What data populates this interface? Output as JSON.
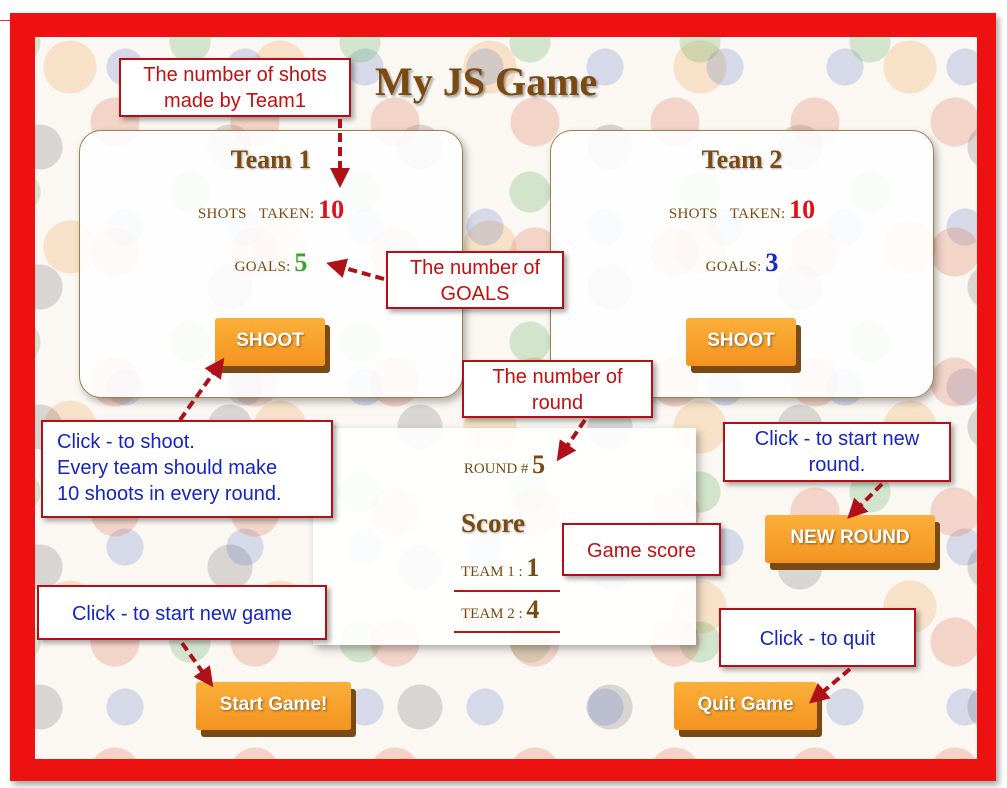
{
  "game": {
    "title": "My JS Game"
  },
  "team1": {
    "name": "Team 1",
    "shots_label": "SHOTS",
    "taken_label": "TAKEN:",
    "shots_taken": "10",
    "goals_label": "GOALS:",
    "goals": "5",
    "shoot_label": "SHOOT"
  },
  "team2": {
    "name": "Team 2",
    "shots_label": "SHOTS",
    "taken_label": "TAKEN:",
    "shots_taken": "10",
    "goals_label": "GOALS:",
    "goals": "3",
    "shoot_label": "SHOOT"
  },
  "round": {
    "label": "ROUND #",
    "value": "5"
  },
  "score": {
    "title": "Score",
    "team1_label": "TEAM 1 :",
    "team1_value": "1",
    "team2_label": "TEAM 2 :",
    "team2_value": "4"
  },
  "buttons": {
    "new_round": "NEW ROUND",
    "start_game": "Start Game!",
    "quit_game": "Quit Game"
  },
  "annotations": {
    "shots_line1": "The number of shots",
    "shots_line2": "made by Team1",
    "goals_line1": "The number of",
    "goals_line2": "GOALS",
    "round_line1": "The number of",
    "round_line2": "round",
    "shoot_line1": "Click - to shoot.",
    "shoot_line2": "Every team should make",
    "shoot_line3": "10 shoots in every round.",
    "newround_line1": "Click - to start new",
    "newround_line2": "round.",
    "game_score": "Game score",
    "start_game": "Click - to start new game",
    "quit": "Click - to quit"
  },
  "colors": {
    "frame": "#ee1111",
    "brown_text": "#7a4a12",
    "button_orange": "#f39320",
    "shots_red": "#e0101a",
    "goals_green": "#35a52a",
    "goals_blue": "#1128c8",
    "callout_red_text": "#c01010",
    "callout_blue_text": "#1525c0"
  }
}
